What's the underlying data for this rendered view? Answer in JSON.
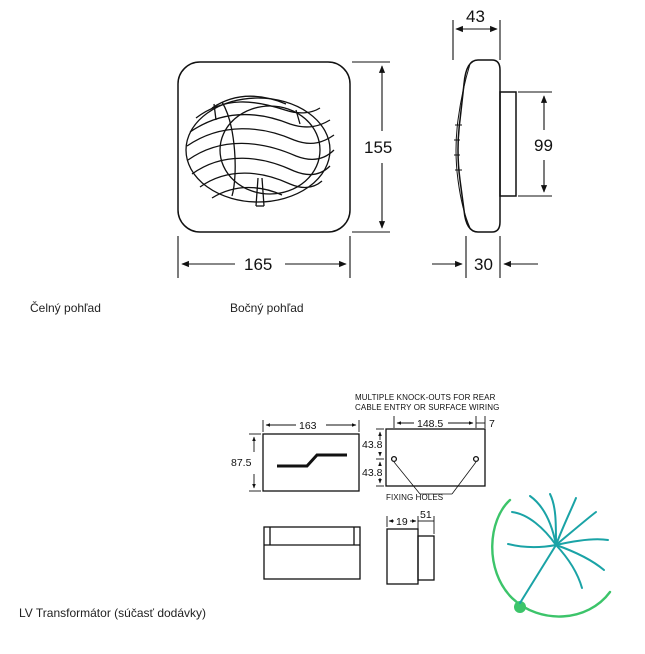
{
  "captions": {
    "front_view": "Čelný pohľad",
    "side_view": "Bočný pohľad",
    "transformer": "LV Transformátor (súčasť dodávky)"
  },
  "fan_dimensions": {
    "depth_total": "43",
    "height": "155",
    "width": "165",
    "spigot_diameter": "99",
    "spigot_length": "30"
  },
  "transformer_dimensions": {
    "width": "163",
    "height": "87.5",
    "hole_spacing": "148.5",
    "edge_offset": "7",
    "hole_upper": "43.8",
    "hole_lower": "43.8",
    "side_depth": "19",
    "side_total": "51"
  },
  "notes": {
    "knockouts_line1": "MULTIPLE KNOCK-OUTS FOR REAR",
    "knockouts_line2": "CABLE ENTRY OR SURFACE WIRING",
    "fixing_holes": "FIXING HOLES"
  },
  "colors": {
    "line": "#111111",
    "logo_green": "#3cc46a",
    "logo_teal": "#1aa3a6"
  }
}
